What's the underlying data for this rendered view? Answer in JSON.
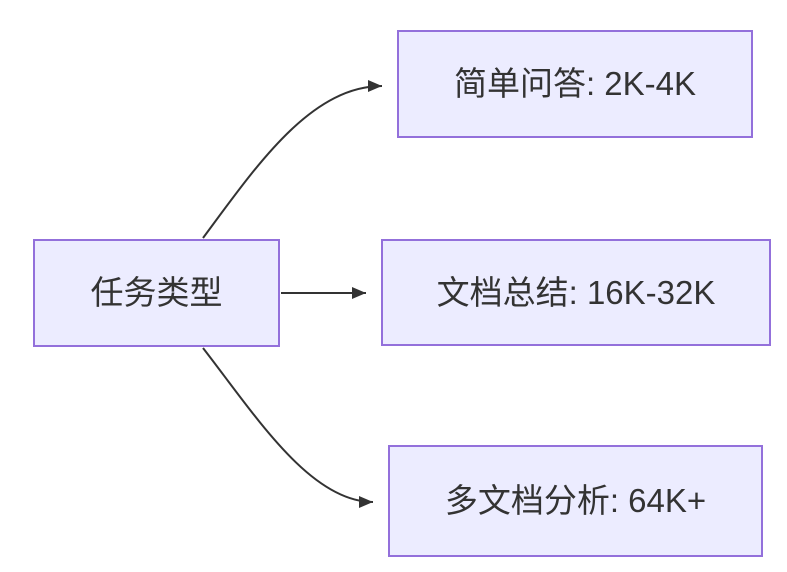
{
  "diagram": {
    "kind": "flowchart-left-to-right",
    "background_color": "#ffffff",
    "node_fill_color": "#ECECFF",
    "node_border_color": "#9370DB",
    "edge_color": "#333333",
    "text_color": "#333333",
    "nodes": [
      {
        "id": "task-type",
        "label": "任务类型"
      },
      {
        "id": "simple-qa",
        "label": "简单问答: 2K-4K"
      },
      {
        "id": "doc-summary",
        "label": "文档总结: 16K-32K"
      },
      {
        "id": "multi-doc",
        "label": "多文档分析: 64K+"
      }
    ],
    "edges": [
      {
        "from": "task-type",
        "to": "simple-qa"
      },
      {
        "from": "task-type",
        "to": "doc-summary"
      },
      {
        "from": "task-type",
        "to": "multi-doc"
      }
    ]
  }
}
